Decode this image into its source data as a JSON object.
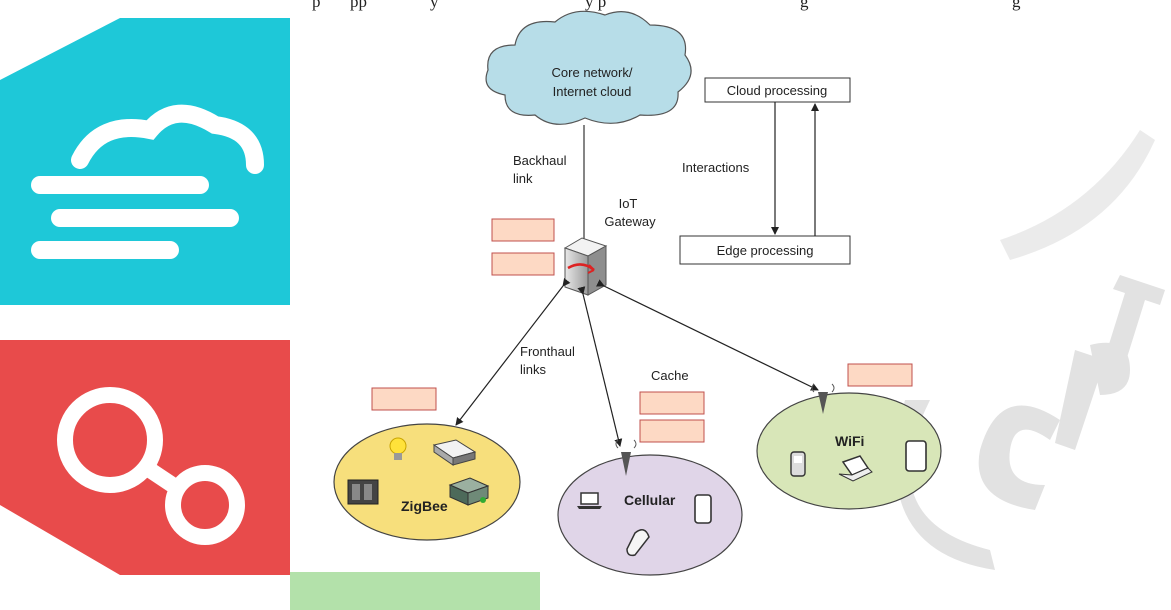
{
  "top_text": {
    "fragments": [
      "p",
      "pp",
      "y",
      "y p",
      "g",
      "g"
    ]
  },
  "diagram": {
    "cloud_label": [
      "Core network/",
      "Internet cloud"
    ],
    "backhaul_label": [
      "Backhaul",
      "link"
    ],
    "gateway_label": [
      "IoT",
      "Gateway"
    ],
    "cloud_processing": "Cloud processing",
    "edge_processing": "Edge processing",
    "interactions": "Interactions",
    "fronthaul_label": [
      "Fronthaul",
      "links"
    ],
    "cache_label": "Cache",
    "zigbee_label": "ZigBee",
    "cellular_label": "Cellular",
    "wifi_label": "WiFi"
  },
  "colors": {
    "cloud_fill": "#b7dde8",
    "zigbee_fill": "#f7df7c",
    "cellular_fill": "#e0d5e8",
    "wifi_fill": "#d8e6b8",
    "cache_box_fill": "#fdd9c4",
    "cache_box_stroke": "#c0504d",
    "watermark_cyan": "#1ec8d8",
    "watermark_red": "#e84b4b",
    "watermark_green": "#8bd17c"
  },
  "icons": [
    "bulb-icon",
    "router-icon",
    "server-rack-icon",
    "sensor-node-icon",
    "laptop-icon",
    "phone-icon",
    "old-phone-icon",
    "antenna-icon",
    "gateway-server-icon"
  ]
}
